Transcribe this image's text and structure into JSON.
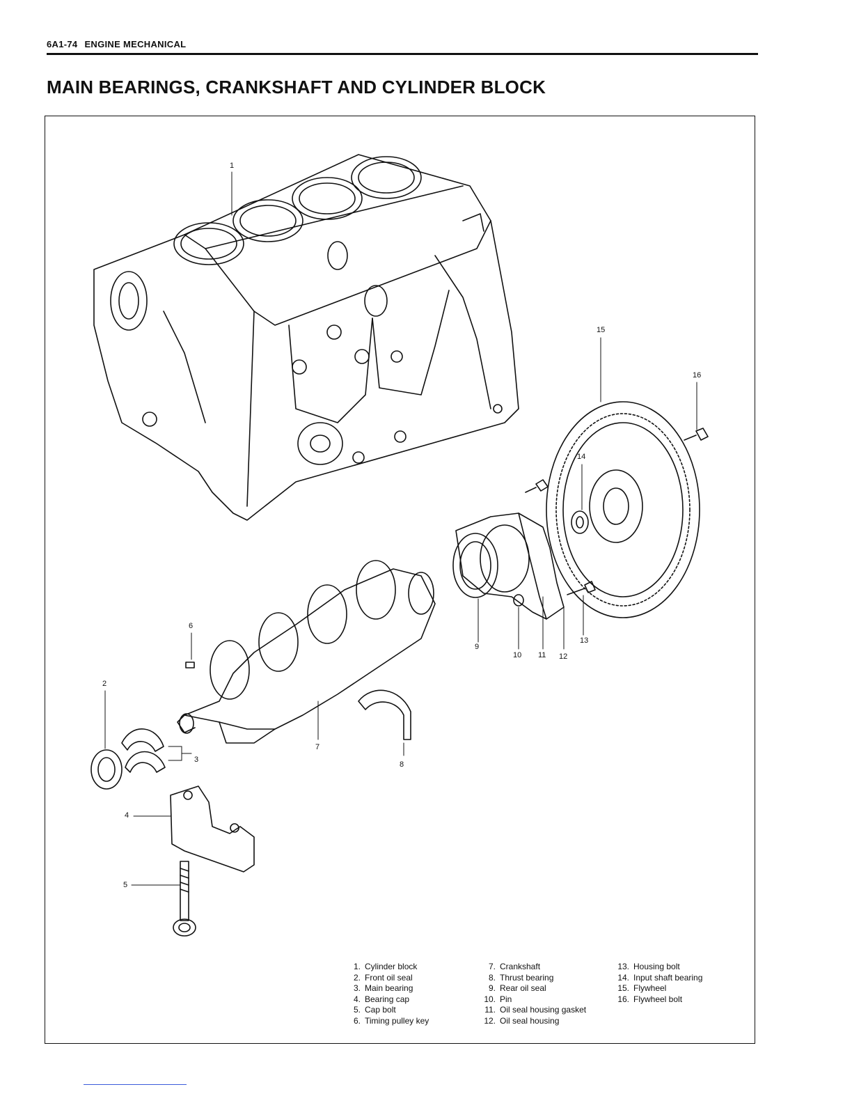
{
  "header": {
    "page_number": "6A1-74",
    "section": "ENGINE MECHANICAL"
  },
  "title": "MAIN BEARINGS, CRANKSHAFT AND CYLINDER BLOCK",
  "callouts": [
    "1",
    "2",
    "3",
    "4",
    "5",
    "6",
    "7",
    "8",
    "9",
    "10",
    "11",
    "12",
    "13",
    "14",
    "15",
    "16"
  ],
  "legend": [
    {
      "num": "1.",
      "label": "Cylinder block"
    },
    {
      "num": "2.",
      "label": "Front oil seal"
    },
    {
      "num": "3.",
      "label": "Main bearing"
    },
    {
      "num": "4.",
      "label": "Bearing cap"
    },
    {
      "num": "5.",
      "label": "Cap bolt"
    },
    {
      "num": "6.",
      "label": "Timing pulley key"
    },
    {
      "num": "7.",
      "label": "Crankshaft"
    },
    {
      "num": "8.",
      "label": "Thrust bearing"
    },
    {
      "num": "9.",
      "label": "Rear oil seal"
    },
    {
      "num": "10.",
      "label": "Pin"
    },
    {
      "num": "11.",
      "label": "Oil seal housing gasket"
    },
    {
      "num": "12.",
      "label": "Oil seal housing"
    },
    {
      "num": "13.",
      "label": "Housing bolt"
    },
    {
      "num": "14.",
      "label": "Input shaft bearing"
    },
    {
      "num": "15.",
      "label": "Flywheel"
    },
    {
      "num": "16.",
      "label": "Flywheel bolt"
    }
  ]
}
